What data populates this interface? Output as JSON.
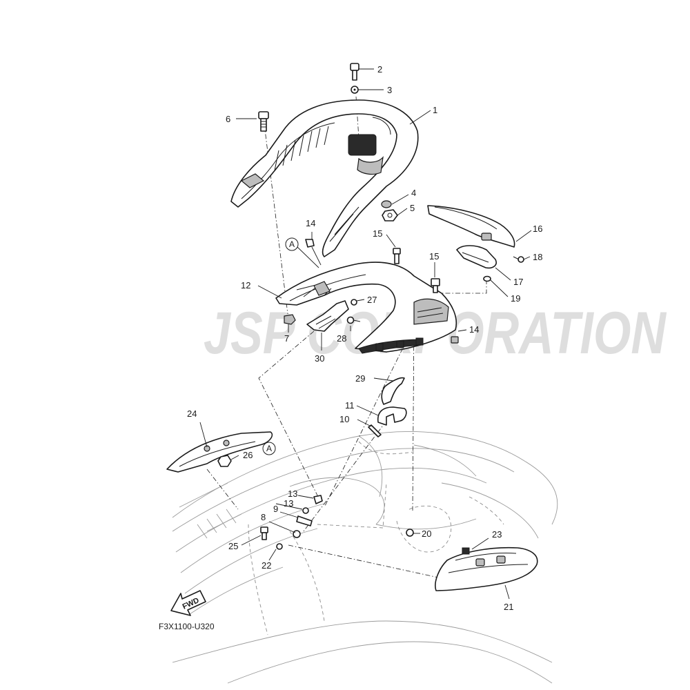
{
  "watermark": {
    "text": "JSP CORPORATION"
  },
  "diagram_code": "F3X1100-U320",
  "fwd_label": "FWD",
  "reference_mark": "A",
  "callouts": {
    "p1": "1",
    "p2": "2",
    "p3": "3",
    "p4": "4",
    "p5": "5",
    "p6": "6",
    "p7": "7",
    "p8": "8",
    "p9": "9",
    "p10": "10",
    "p11": "11",
    "p12": "12",
    "p13a": "13",
    "p13b": "13",
    "p14a": "14",
    "p14b": "14",
    "p15a": "15",
    "p15b": "15",
    "p16": "16",
    "p17": "17",
    "p18": "18",
    "p19": "19",
    "p20": "20",
    "p21": "21",
    "p22": "22",
    "p23": "23",
    "p24": "24",
    "p25": "25",
    "p26": "26",
    "p27": "27",
    "p28": "28",
    "p29": "29",
    "p30": "30"
  }
}
